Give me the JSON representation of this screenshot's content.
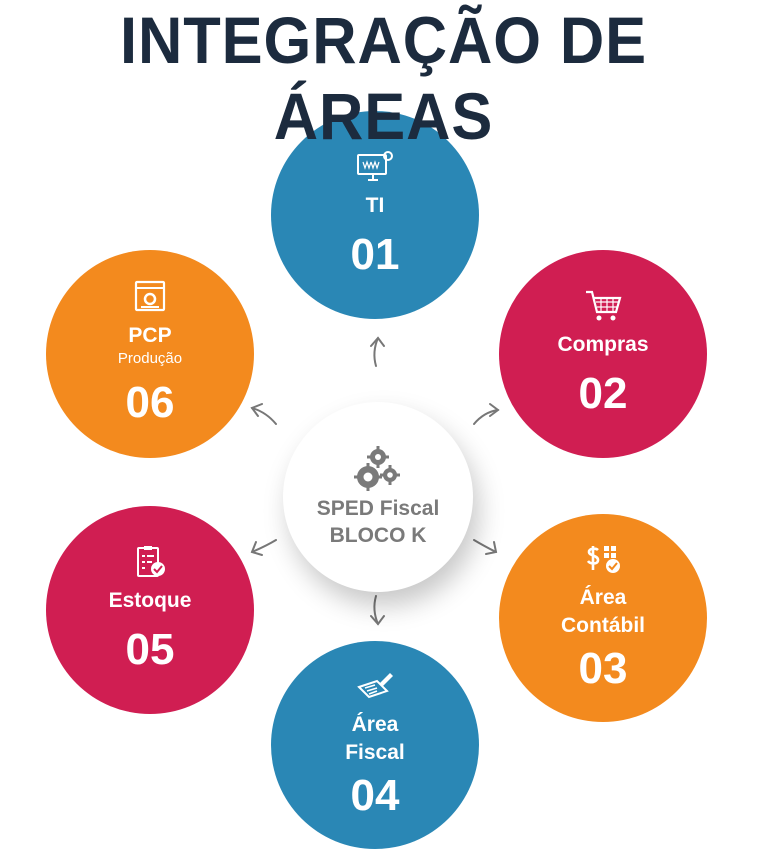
{
  "title": "INTEGRAÇÃO DE ÁREAS",
  "center": {
    "line1": "SPED Fiscal",
    "line2": "BLOCO K",
    "icon": "gears-icon"
  },
  "colors": {
    "blue": "#2a87b5",
    "red": "#d01e52",
    "orange": "#f38a1e",
    "title": "#1c2b3e"
  },
  "areas": [
    {
      "label": "TI",
      "number": "01",
      "icon": "monitor-www-gear-icon"
    },
    {
      "label": "Compras",
      "number": "02",
      "icon": "shopping-cart-icon"
    },
    {
      "label": "Área",
      "label2": "Contábil",
      "number": "03",
      "icon": "dollar-calculator-icon"
    },
    {
      "label": "Área",
      "label2": "Fiscal",
      "number": "04",
      "icon": "calculator-pen-icon"
    },
    {
      "label": "Estoque",
      "number": "05",
      "icon": "checklist-icon"
    },
    {
      "label": "PCP",
      "sub": "Produção",
      "number": "06",
      "icon": "production-window-icon"
    }
  ]
}
